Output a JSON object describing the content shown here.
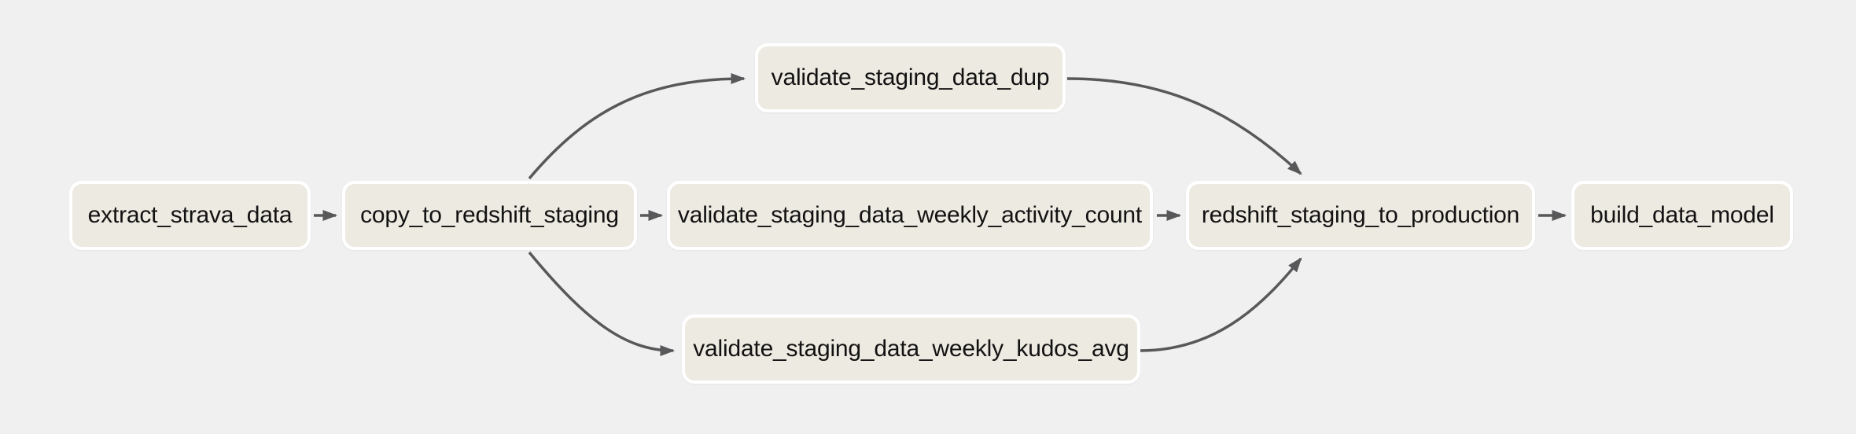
{
  "app": {
    "view": "dag-graph",
    "background_color": "#f0f0f0"
  },
  "graph": {
    "style": {
      "node_fill": "#edeae2",
      "node_border": "#ffffff",
      "edge_color": "#58585a",
      "label_color": "#121212"
    },
    "nodes": [
      {
        "id": "extract_strava_data",
        "label": "extract_strava_data"
      },
      {
        "id": "copy_to_redshift_staging",
        "label": "copy_to_redshift_staging"
      },
      {
        "id": "validate_staging_data_dup",
        "label": "validate_staging_data_dup"
      },
      {
        "id": "validate_staging_data_weekly_activity_count",
        "label": "validate_staging_data_weekly_activity_count"
      },
      {
        "id": "validate_staging_data_weekly_kudos_avg",
        "label": "validate_staging_data_weekly_kudos_avg"
      },
      {
        "id": "redshift_staging_to_production",
        "label": "redshift_staging_to_production"
      },
      {
        "id": "build_data_model",
        "label": "build_data_model"
      }
    ],
    "edges": [
      {
        "from": "extract_strava_data",
        "to": "copy_to_redshift_staging"
      },
      {
        "from": "copy_to_redshift_staging",
        "to": "validate_staging_data_dup"
      },
      {
        "from": "copy_to_redshift_staging",
        "to": "validate_staging_data_weekly_activity_count"
      },
      {
        "from": "copy_to_redshift_staging",
        "to": "validate_staging_data_weekly_kudos_avg"
      },
      {
        "from": "validate_staging_data_dup",
        "to": "redshift_staging_to_production"
      },
      {
        "from": "validate_staging_data_weekly_activity_count",
        "to": "redshift_staging_to_production"
      },
      {
        "from": "validate_staging_data_weekly_kudos_avg",
        "to": "redshift_staging_to_production"
      },
      {
        "from": "redshift_staging_to_production",
        "to": "build_data_model"
      }
    ]
  }
}
